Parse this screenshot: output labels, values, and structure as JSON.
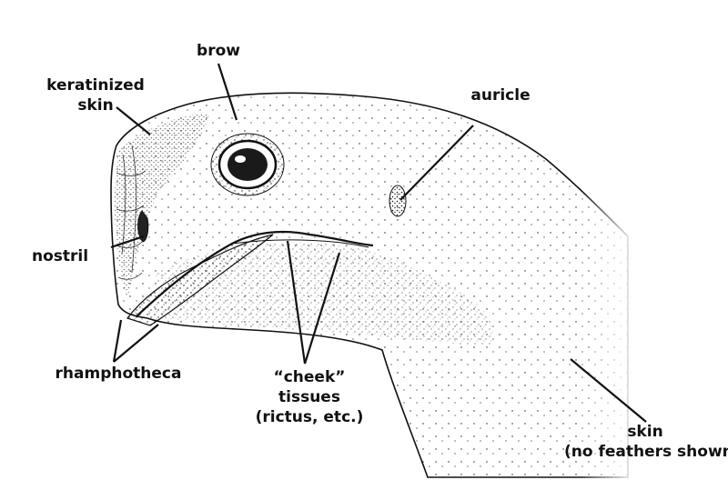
{
  "labels": {
    "brow": "brow",
    "keratinized_skin": [
      "keratinized",
      "skin"
    ],
    "auricle": "auricle",
    "nostril": "nostril",
    "rhamphotheca": "rhamphotheca",
    "cheek_tissues": [
      "“cheek”",
      "tissues",
      "(rictus, etc.)"
    ],
    "skin": [
      "skin",
      "(no feathers shown)"
    ]
  },
  "colors": {
    "ink": "#111111",
    "background": "#ffffff"
  }
}
